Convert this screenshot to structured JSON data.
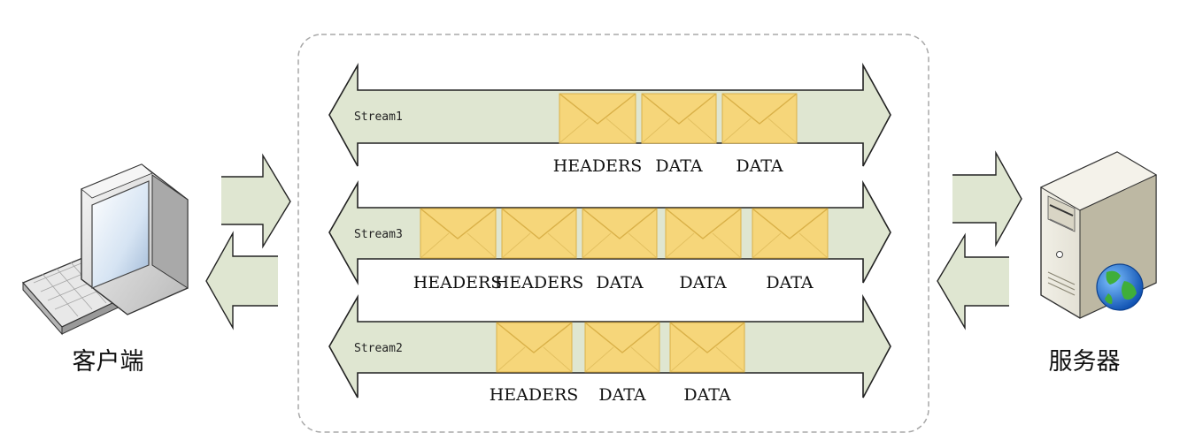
{
  "client": {
    "label": "客户端",
    "icon": "desktop-computer-icon"
  },
  "server": {
    "label": "服务器",
    "icon": "server-globe-icon"
  },
  "streams": [
    {
      "id": "stream1",
      "label": "Stream1",
      "frames": [
        "HEADERS",
        "DATA",
        "DATA"
      ]
    },
    {
      "id": "stream3",
      "label": "Stream3",
      "frames": [
        "HEADERS",
        "HEADERS",
        "DATA",
        "DATA",
        "DATA"
      ]
    },
    {
      "id": "stream2",
      "label": "Stream2",
      "frames": [
        "HEADERS",
        "DATA",
        "DATA"
      ]
    }
  ],
  "colors": {
    "arrow_fill": "#dfe6d1",
    "arrow_stroke": "#222222",
    "frame_fill": "#f6d67a",
    "frame_stroke": "#d9b048",
    "container_border": "#a8a8a8",
    "globe_blue": "#1e6fd9",
    "globe_green": "#3fae3a"
  }
}
